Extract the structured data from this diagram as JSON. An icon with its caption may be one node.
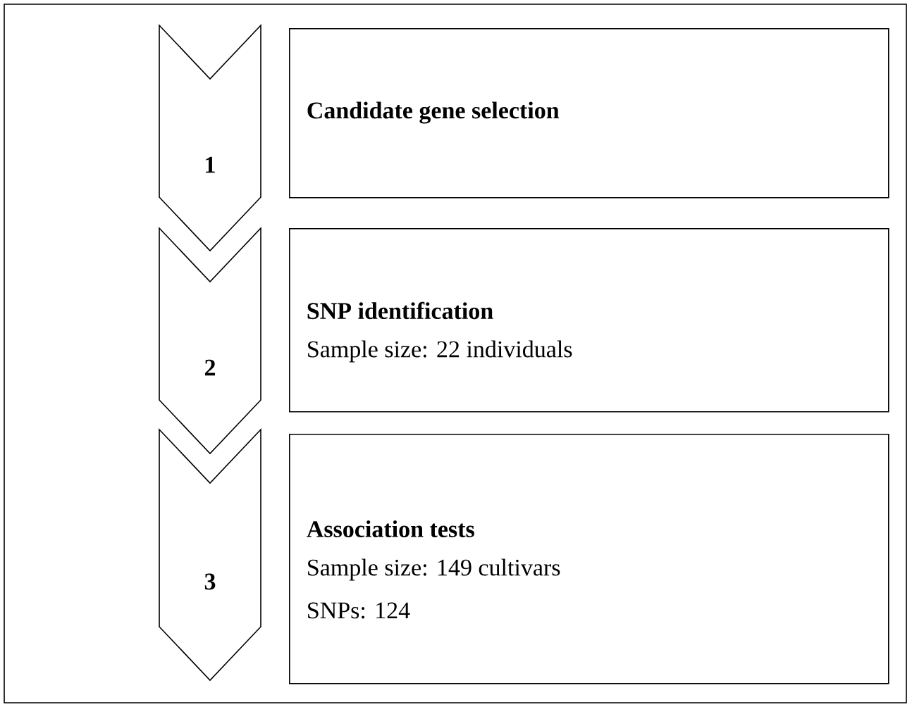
{
  "diagram": {
    "nodes": [
      {
        "text": [
          "1"
        ]
      },
      {
        "text": [
          "Candidate gene selection"
        ]
      },
      {
        "text": [
          "2"
        ]
      },
      {
        "text": [
          "SNP identification",
          "Sample size: 22 individuals"
        ]
      },
      {
        "text": [
          "3"
        ]
      },
      {
        "text": [
          "Association tests",
          "Sample size: 149 cultivars",
          "SNPs: 124"
        ]
      }
    ]
  }
}
